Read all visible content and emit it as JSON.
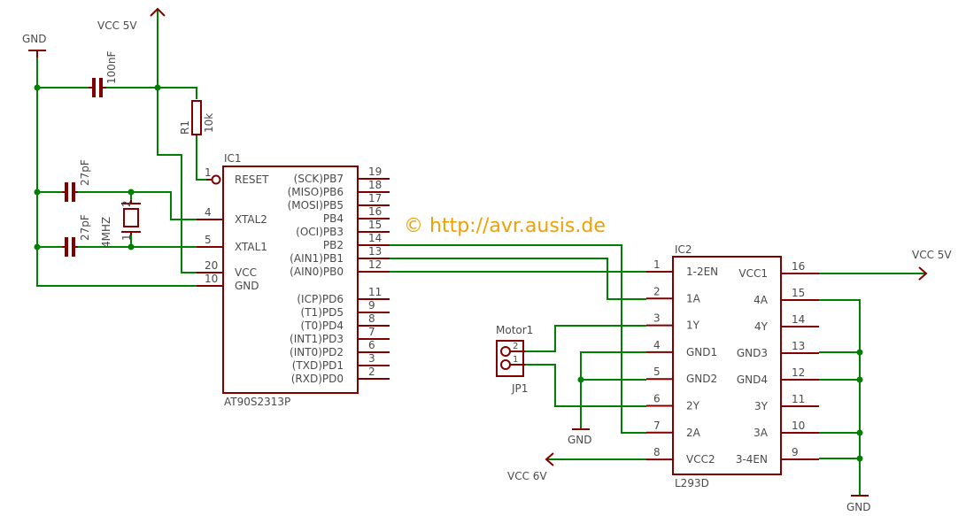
{
  "colors": {
    "wire": "#008000",
    "symbol": "#800000",
    "text": "#4a4a4a",
    "copyright": "#f0a000"
  },
  "copyright": "© http://avr.ausis.de",
  "supply": {
    "vcc5_top": "VCC 5V",
    "gnd_top": "GND",
    "vcc5_right": "VCC 5V",
    "vcc6": "VCC 6V",
    "gnd_mid": "GND",
    "gnd_right": "GND"
  },
  "components": {
    "c_100nf": "100nF",
    "r1_name": "R1",
    "r1_value": "10k",
    "c_27pf_top": "27pF",
    "c_27pf_bottom": "27pF",
    "crystal": "4MHZ",
    "crystal_pin2": "2",
    "crystal_pin1": "1",
    "motor_name": "Motor1",
    "motor_pin2": "2",
    "motor_pin1": "1",
    "jp_name": "JP1"
  },
  "ic1": {
    "name": "IC1",
    "part": "AT90S2313P",
    "left_pins": [
      {
        "num": "1",
        "name": "RESET"
      },
      {
        "num": "4",
        "name": "XTAL2"
      },
      {
        "num": "5",
        "name": "XTAL1"
      },
      {
        "num": "20",
        "name": "VCC"
      },
      {
        "num": "10",
        "name": "GND"
      }
    ],
    "right_pins": [
      {
        "num": "19",
        "name": "(SCK)PB7"
      },
      {
        "num": "18",
        "name": "(MISO)PB6"
      },
      {
        "num": "17",
        "name": "(MOSI)PB5"
      },
      {
        "num": "16",
        "name": "PB4"
      },
      {
        "num": "15",
        "name": "(OCI)PB3"
      },
      {
        "num": "14",
        "name": "PB2"
      },
      {
        "num": "13",
        "name": "(AIN1)PB1"
      },
      {
        "num": "12",
        "name": "(AIN0)PB0"
      },
      {
        "num": "11",
        "name": "(ICP)PD6"
      },
      {
        "num": "9",
        "name": "(T1)PD5"
      },
      {
        "num": "8",
        "name": "(T0)PD4"
      },
      {
        "num": "7",
        "name": "(INT1)PD3"
      },
      {
        "num": "6",
        "name": "(INT0)PD2"
      },
      {
        "num": "3",
        "name": "(TXD)PD1"
      },
      {
        "num": "2",
        "name": "(RXD)PD0"
      }
    ]
  },
  "ic2": {
    "name": "IC2",
    "part": "L293D",
    "left_pins": [
      {
        "num": "1",
        "name": "1-2EN"
      },
      {
        "num": "2",
        "name": "1A"
      },
      {
        "num": "3",
        "name": "1Y"
      },
      {
        "num": "4",
        "name": "GND1"
      },
      {
        "num": "5",
        "name": "GND2"
      },
      {
        "num": "6",
        "name": "2Y"
      },
      {
        "num": "7",
        "name": "2A"
      },
      {
        "num": "8",
        "name": "VCC2"
      }
    ],
    "right_pins": [
      {
        "num": "16",
        "name": "VCC1"
      },
      {
        "num": "15",
        "name": "4A"
      },
      {
        "num": "14",
        "name": "4Y"
      },
      {
        "num": "13",
        "name": "GND3"
      },
      {
        "num": "12",
        "name": "GND4"
      },
      {
        "num": "11",
        "name": "3Y"
      },
      {
        "num": "10",
        "name": "3A"
      },
      {
        "num": "9",
        "name": "3-4EN"
      }
    ]
  }
}
